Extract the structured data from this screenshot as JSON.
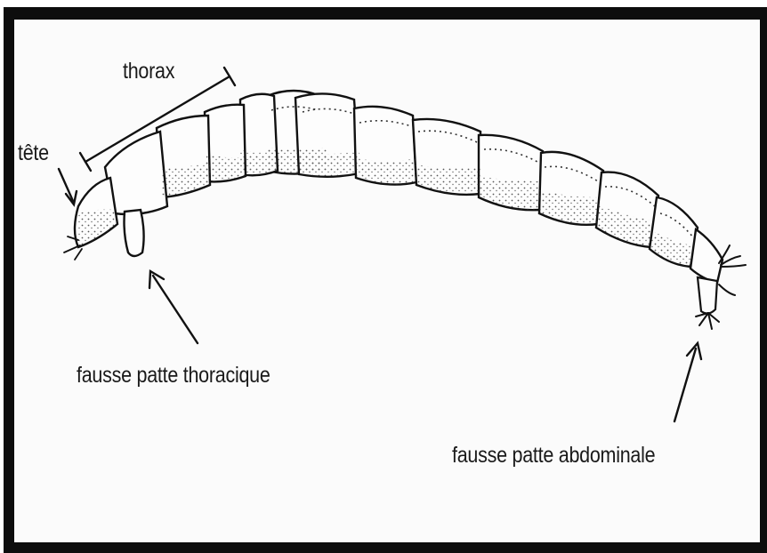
{
  "diagram": {
    "labels": {
      "head": "tête",
      "thorax": "thorax",
      "thoracic_proleg": "fausse patte thoracique",
      "abdominal_proleg": "fausse patte abdominale"
    }
  }
}
